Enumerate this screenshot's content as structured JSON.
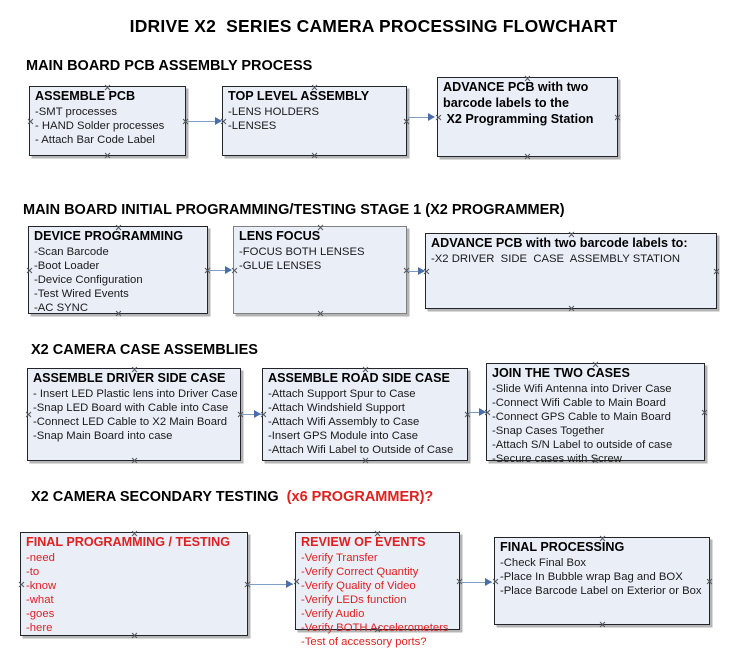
{
  "document": {
    "title": "IDRIVE X2  SERIES CAMERA PROCESSING FLOWCHART"
  },
  "sections": [
    {
      "id": "s1",
      "title": "MAIN BOARD PCB ASSEMBLY PROCESS",
      "accent": ""
    },
    {
      "id": "s2",
      "title": "MAIN BOARD INITIAL PROGRAMMING/TESTING STAGE 1 (X2 PROGRAMMER)",
      "accent": ""
    },
    {
      "id": "s3",
      "title": "X2 CAMERA CASE ASSEMBLIES",
      "accent": ""
    },
    {
      "id": "s4",
      "title": "X2 CAMERA SECONDARY TESTING  ",
      "accent": "(x6 PROGRAMMER)?"
    }
  ],
  "nodes": {
    "assemble_pcb": {
      "title": "ASSEMBLE PCB",
      "lines": [
        "-SMT processes",
        "- HAND Solder processes",
        "- Attach Bar Code Label"
      ]
    },
    "top_level_assembly": {
      "title": "TOP LEVEL ASSEMBLY",
      "lines": [
        "-LENS HOLDERS",
        "-LENSES"
      ]
    },
    "advance_pcb_prog_station": {
      "title": "ADVANCE PCB with two",
      "lines": [
        "barcode labels to the",
        " X2 Programming Station"
      ]
    },
    "device_programming": {
      "title": "DEVICE PROGRAMMING",
      "lines": [
        "-Scan Barcode",
        "-Boot Loader",
        "-Device Configuration",
        "-Test Wired Events",
        "-AC SYNC"
      ]
    },
    "lens_focus": {
      "title": "LENS FOCUS",
      "lines": [
        "-FOCUS BOTH LENSES",
        "-GLUE LENSES"
      ]
    },
    "advance_pcb_driver_case": {
      "title": "ADVANCE PCB with two barcode labels to:",
      "lines": [
        "-X2 DRIVER  SIDE  CASE  ASSEMBLY STATION"
      ]
    },
    "assemble_driver_side_case": {
      "title": "ASSEMBLE DRIVER SIDE CASE",
      "lines": [
        "- Insert LED Plastic lens into Driver Case",
        "-Snap LED Board with Cable into Case",
        "-Connect LED Cable to X2 Main Board",
        "-Snap Main Board into case"
      ]
    },
    "assemble_road_side_case": {
      "title": "ASSEMBLE ROAD SIDE CASE",
      "lines": [
        "-Attach Support Spur to Case",
        "-Attach Windshield Support",
        "-Attach Wifi Assembly to Case",
        "-Insert GPS Module into Case",
        "-Attach Wifi Label to Outside of Case"
      ]
    },
    "join_the_two_cases": {
      "title": "JOIN THE TWO CASES",
      "lines": [
        "-Slide Wifi Antenna into Driver Case",
        "-Connect Wifi Cable to Main Board",
        "-Connect GPS Cable to Main Board",
        "-Snap Cases Together",
        "-Attach S/N Label to outside of case",
        "-Secure cases with Screw"
      ]
    },
    "final_programming_testing": {
      "title": "FINAL PROGRAMMING / TESTING",
      "lines": [
        "-need",
        "-to",
        "-know",
        "-what",
        "-goes",
        "-here"
      ]
    },
    "review_of_events": {
      "title": "REVIEW OF EVENTS",
      "lines": [
        "-Verify Transfer",
        "-Verify Correct Quantity",
        "-Verify Quality of Video",
        "-Verify LEDs function",
        "-Verify Audio",
        "-Verify BOTH Accelerometers"
      ],
      "overflow_line": "-Test of accessory ports?"
    },
    "final_processing": {
      "title": "FINAL PROCESSING",
      "lines": [
        "-Check Final Box",
        "-Place In Bubble wrap Bag and BOX",
        "-Place Barcode Label on Exterior or Box"
      ]
    }
  },
  "colors": {
    "box_fill": "#e9eef7",
    "box_border": "#22242a",
    "box_border_gray": "#808080",
    "text_black": "#000000",
    "text_red": "#e02020",
    "connector": "#7f9ec4",
    "arrow": "#4a6ea9"
  }
}
